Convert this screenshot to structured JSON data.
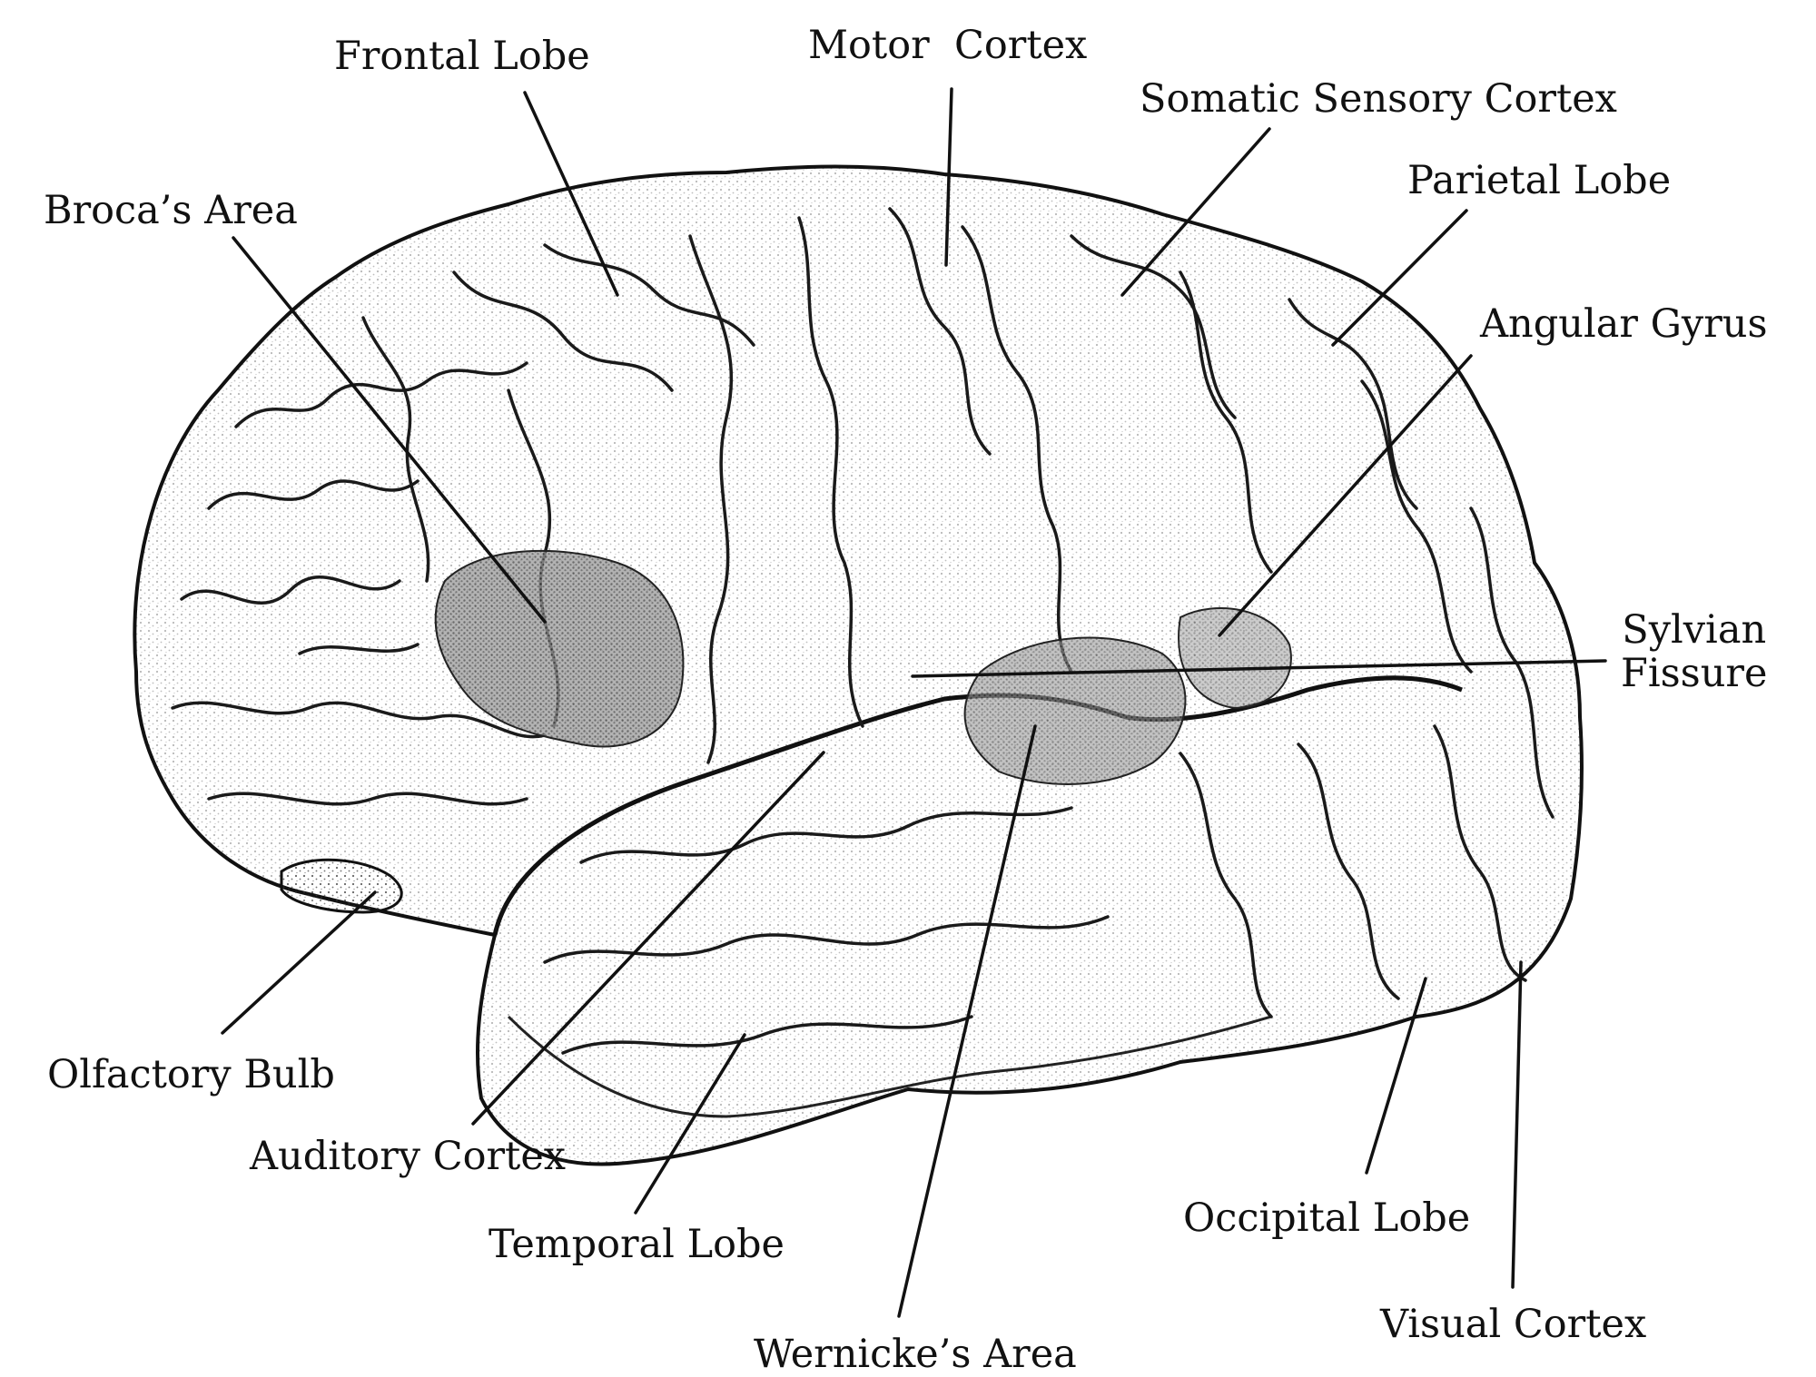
{
  "figure": {
    "subject": "lateral view of the human brain",
    "colors": {
      "ink": "#111111",
      "shade": "#8a8a8a",
      "highlight": "#6f6f6f",
      "background": "#ffffff"
    }
  },
  "labels": {
    "frontal_lobe": "Frontal Lobe",
    "motor_cortex": "Motor  Cortex",
    "somatic_sensory_cortex": "Somatic Sensory Cortex",
    "parietal_lobe": "Parietal Lobe",
    "brocas_area": "Broca’s Area",
    "angular_gyrus": "Angular Gyrus",
    "sylvian_fissure_line1": "Sylvian",
    "sylvian_fissure_line2": "Fissure",
    "olfactory_bulb": "Olfactory Bulb",
    "auditory_cortex": "Auditory Cortex",
    "temporal_lobe": "Temporal Lobe",
    "wernickes_area": "Wernicke’s Area",
    "occipital_lobe": "Occipital Lobe",
    "visual_cortex": "Visual Cortex"
  }
}
